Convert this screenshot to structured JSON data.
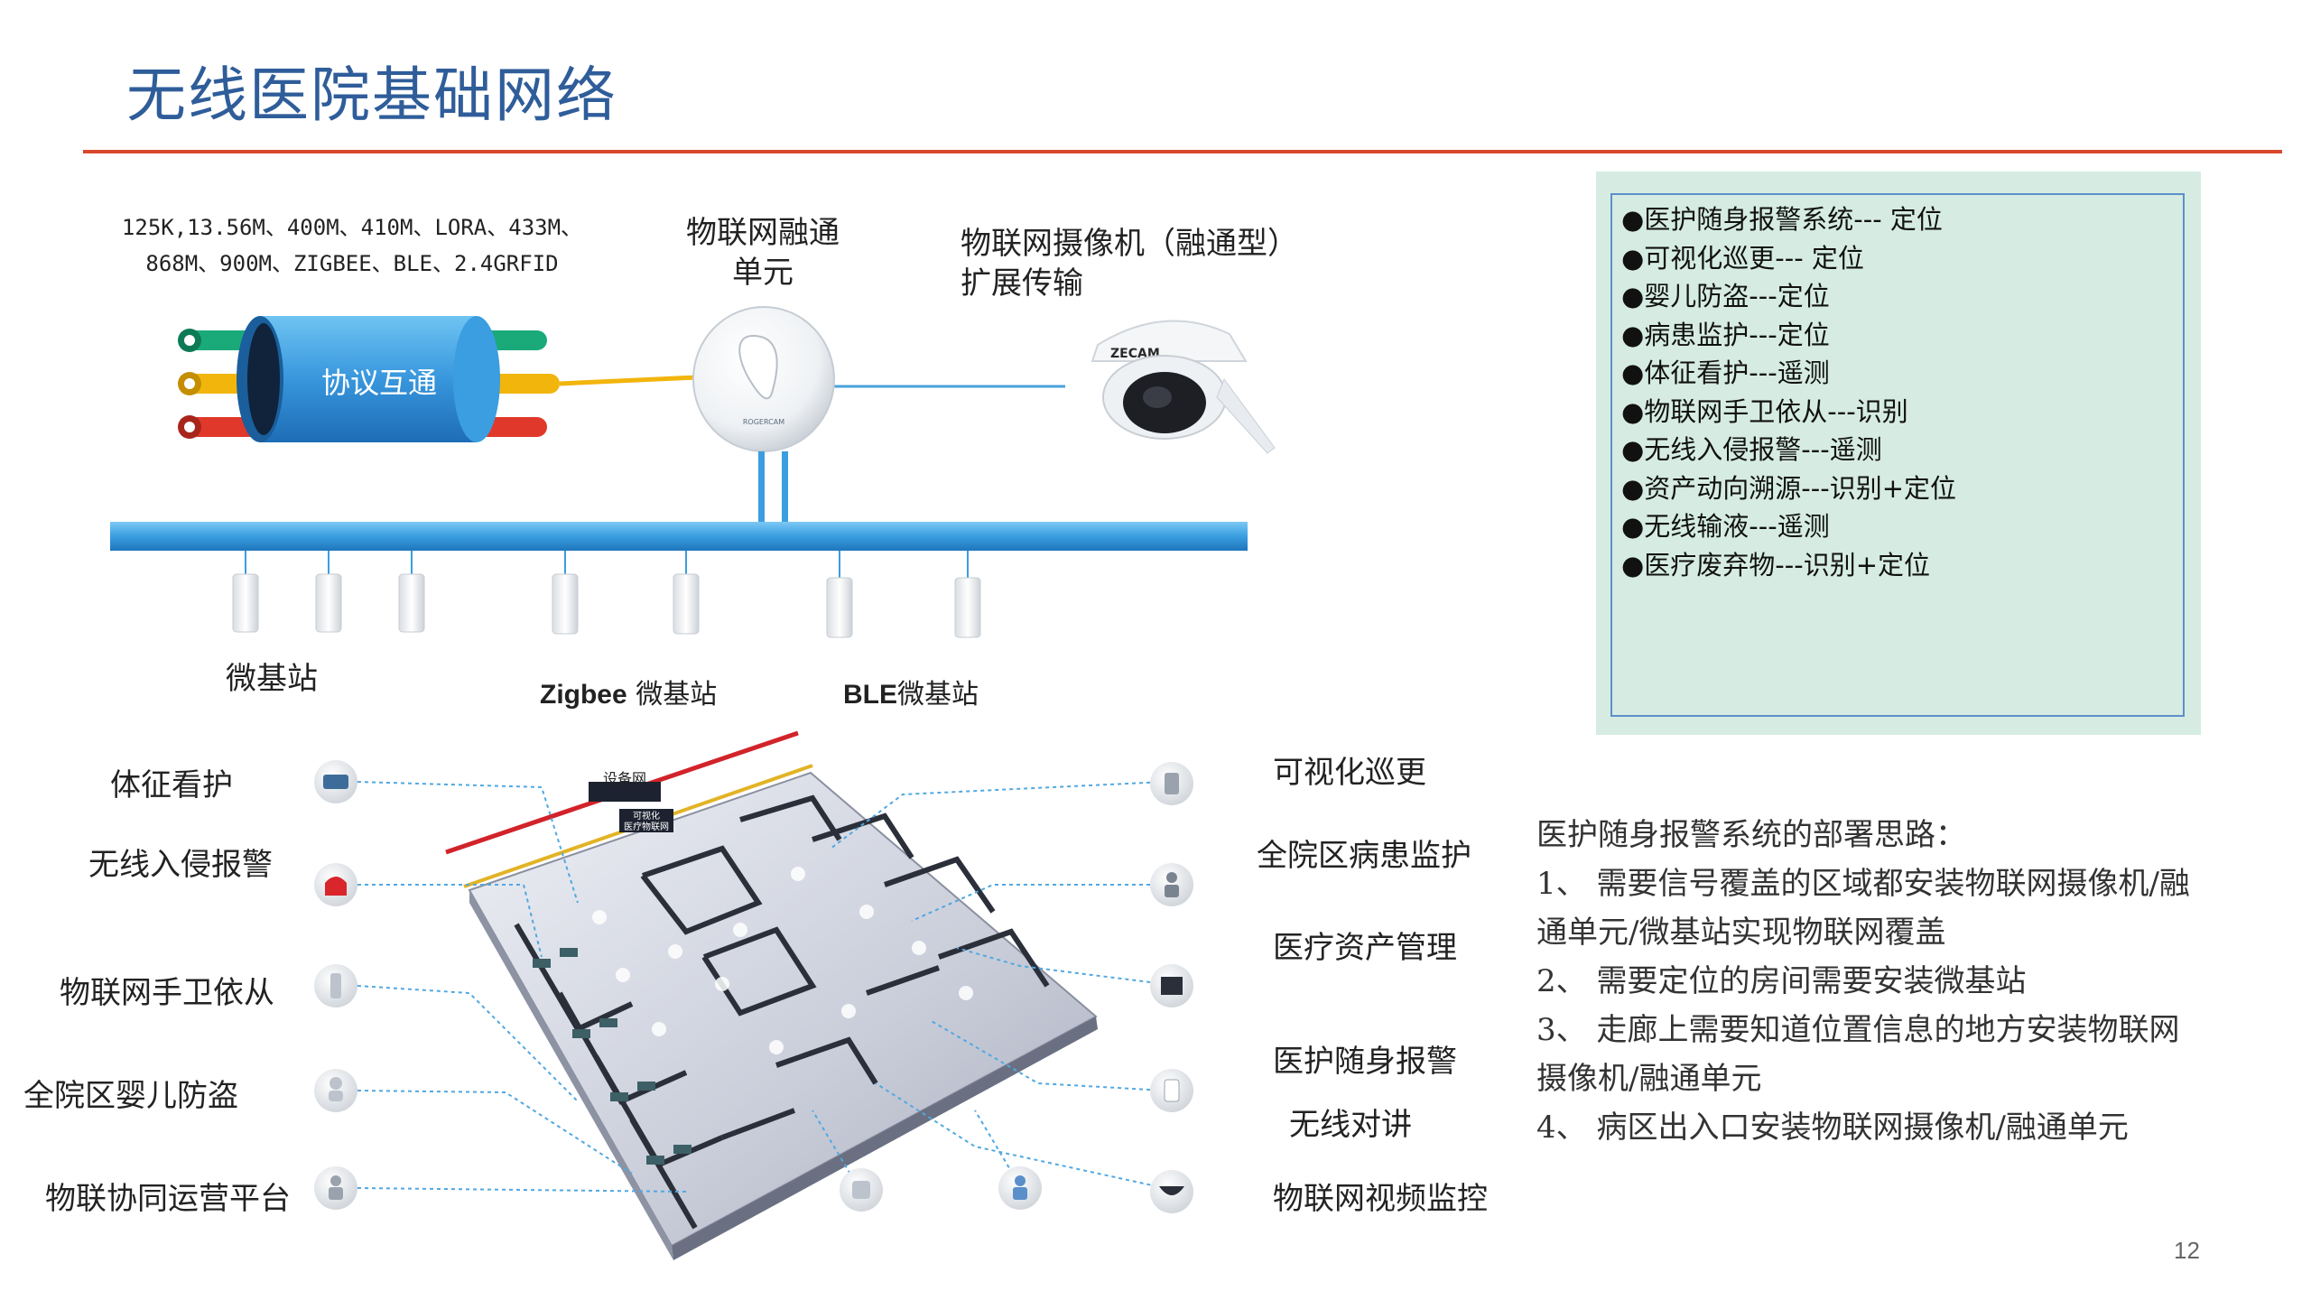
{
  "title": "无线医院基础网络",
  "frequencies": {
    "line1": "125K,13.56M、400M、410M、LORA、433M、",
    "line2": "868M、900M、ZIGBEE、BLE、2.4GRFID"
  },
  "protocol_label": "协议互通",
  "iot_unit": {
    "line1": "物联网融通",
    "line2": "单元"
  },
  "camera": {
    "line1": "物联网摄像机（融通型）",
    "line2": "扩展传输",
    "brand": "ZECAM"
  },
  "unit_brand": "ROGERCAM",
  "station_labels": {
    "micro": "微基站",
    "zigbee_bold": "Zigbee",
    "zigbee_rest": " 微基站",
    "ble_bold": "BLE",
    "ble_rest": "微基站"
  },
  "panel_items": [
    "●医护随身报警系统--- 定位",
    "●可视化巡更--- 定位",
    "●婴儿防盗---定位",
    "●病患监护---定位",
    "●体征看护---遥测",
    "●物联网手卫依从---识别",
    "●无线入侵报警---遥测",
    "●资产动向溯源---识别+定位",
    "●无线输液---遥测",
    "●医疗废弃物---识别+定位"
  ],
  "left_labels": [
    "体征看护",
    "无线入侵报警",
    "物联网手卫依从",
    "全院区婴儿防盗",
    "物联协同运营平台"
  ],
  "right_labels": [
    "可视化巡更",
    "全院区病患监护",
    "医疗资产管理",
    "医护随身报警",
    "无线对讲",
    "物联网视频监控"
  ],
  "floorplan_tags": {
    "device_net": "设备网",
    "visual": "可视化",
    "iot_net": "医疗物联网"
  },
  "deployment": {
    "heading": "医护随身报警系统的部署思路：",
    "lines": [
      "1、  需要信号覆盖的区域都安装物联网摄像机/融",
      "通单元/微基站实现物联网覆盖",
      "2、  需要定位的房间需要安装微基站",
      "3、  走廊上需要知道位置信息的地方安装物联网",
      "摄像机/融通单元",
      "4、  病区出入口安装物联网摄像机/融通单元"
    ]
  },
  "colors": {
    "title": "#2f5d9a",
    "rule": "#d9482c",
    "bus": "#3a9ee0",
    "cable_green": "#1aaa7a",
    "cable_yellow": "#f2b50c",
    "cable_red": "#e0382a",
    "panel_bg": "#d6ece2"
  },
  "page_number": "12"
}
